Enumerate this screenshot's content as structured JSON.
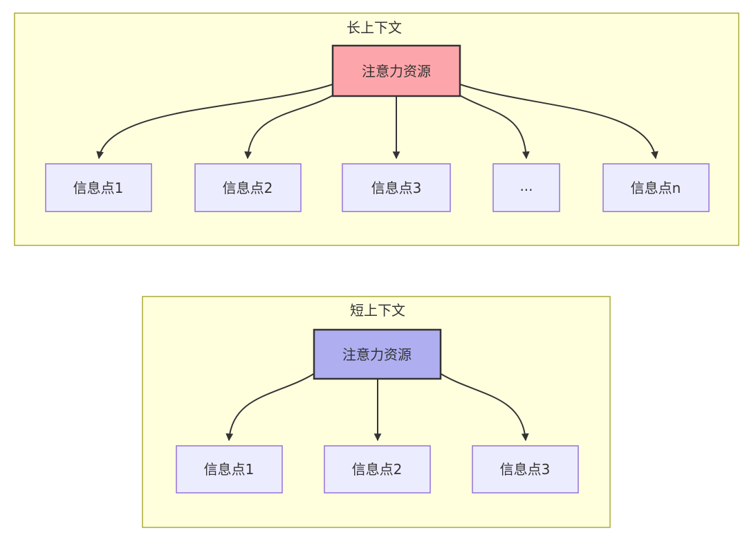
{
  "page": {
    "background": "#ffffff"
  },
  "diagram": {
    "type": "flowchart",
    "colors": {
      "cluster_fill": "#ffffde",
      "cluster_border": "#aaaa33",
      "node_fill": "#ececff",
      "node_border": "#9370db",
      "long_source_fill": "#fca6ab",
      "short_source_fill": "#aeaef0",
      "source_border": "#333333",
      "edge": "#333333",
      "text": "#333333"
    },
    "clusters": [
      {
        "title": "长上下文",
        "source": {
          "label": "注意力资源"
        },
        "targets": [
          {
            "label": "信息点1"
          },
          {
            "label": "信息点2"
          },
          {
            "label": "信息点3"
          },
          {
            "label": "..."
          },
          {
            "label": "信息点n"
          }
        ],
        "edges": [
          {
            "from": "注意力资源",
            "to": "信息点1"
          },
          {
            "from": "注意力资源",
            "to": "信息点2"
          },
          {
            "from": "注意力资源",
            "to": "信息点3"
          },
          {
            "from": "注意力资源",
            "to": "..."
          },
          {
            "from": "注意力资源",
            "to": "信息点n"
          }
        ]
      },
      {
        "title": "短上下文",
        "source": {
          "label": "注意力资源"
        },
        "targets": [
          {
            "label": "信息点1"
          },
          {
            "label": "信息点2"
          },
          {
            "label": "信息点3"
          }
        ],
        "edges": [
          {
            "from": "注意力资源",
            "to": "信息点1"
          },
          {
            "from": "注意力资源",
            "to": "信息点2"
          },
          {
            "from": "注意力资源",
            "to": "信息点3"
          }
        ]
      }
    ]
  }
}
